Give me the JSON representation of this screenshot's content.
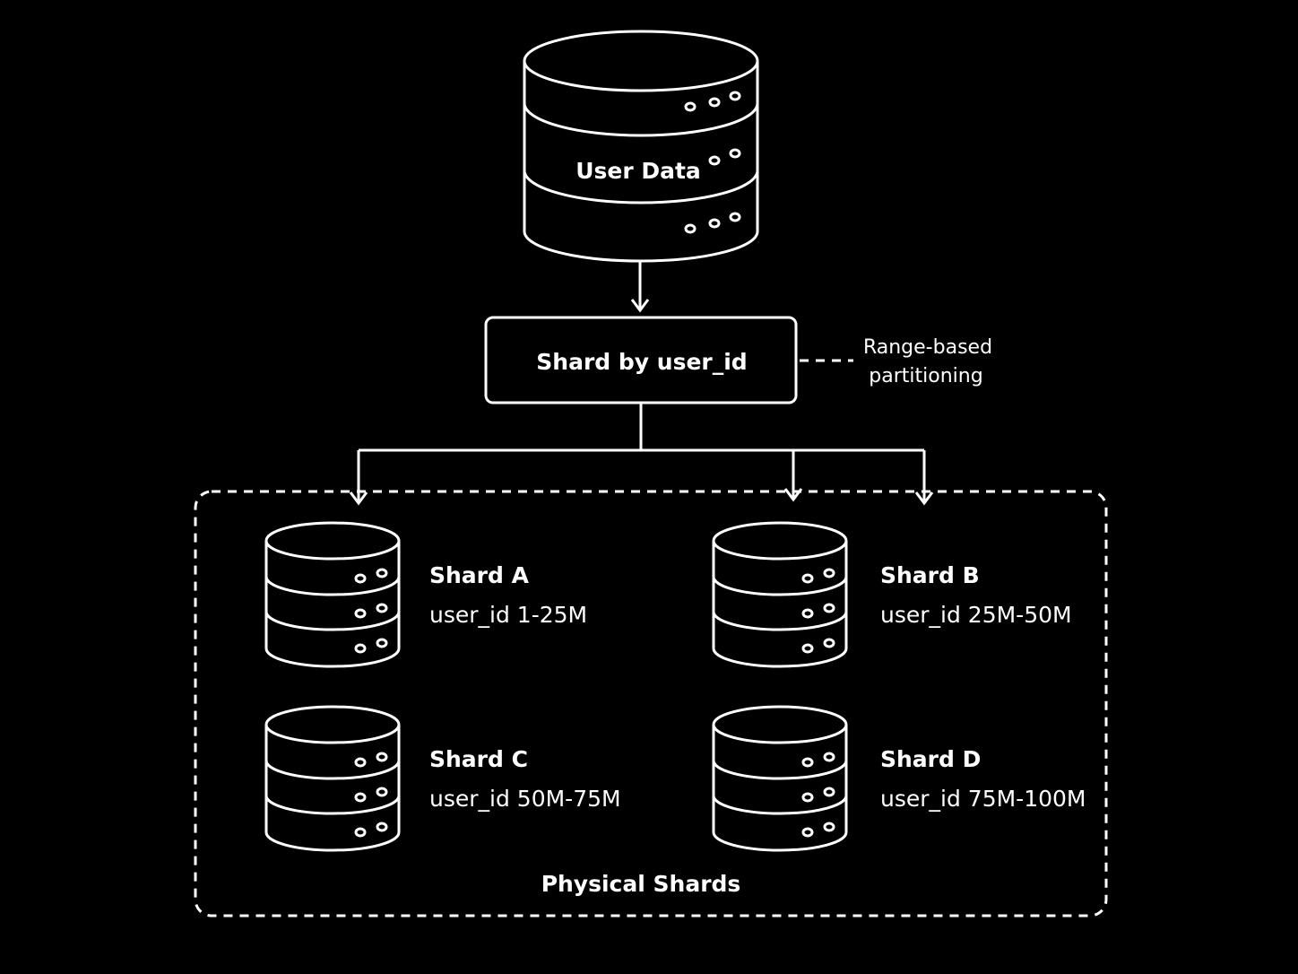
{
  "source_db": {
    "label": "User Data",
    "icon": "database-icon"
  },
  "shard_step": {
    "label": "Shard by user_id",
    "note_line1": "Range-based",
    "note_line2": "partitioning"
  },
  "group": {
    "label": "Physical Shards"
  },
  "shards": [
    {
      "name": "Shard A",
      "range": "user_id 1-25M",
      "icon": "database-icon"
    },
    {
      "name": "Shard B",
      "range": "user_id 25M-50M",
      "icon": "database-icon"
    },
    {
      "name": "Shard C",
      "range": "user_id 50M-75M",
      "icon": "database-icon"
    },
    {
      "name": "Shard D",
      "range": "user_id 75M-100M",
      "icon": "database-icon"
    }
  ],
  "colors": {
    "background": "#000000",
    "foreground": "#ffffff"
  }
}
